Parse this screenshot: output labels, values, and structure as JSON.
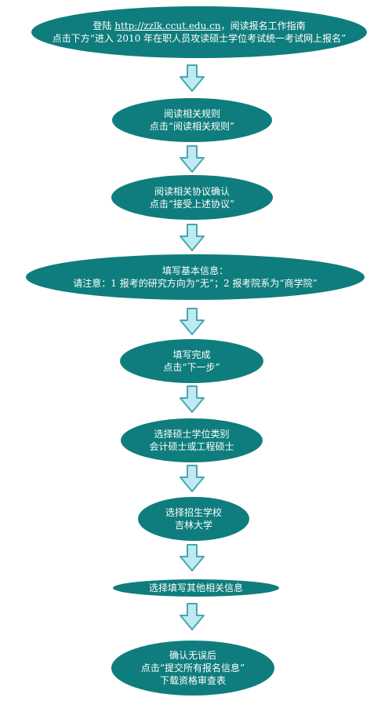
{
  "colors": {
    "node_fill": "#0f7d7d",
    "node_text": "#ffffff",
    "arrow_fill": "#bfeaf1",
    "arrow_stroke": "#4aa6b0"
  },
  "steps": [
    {
      "lines": [
        "登陆",
        "http://zzlk.ccut.edu.cn",
        "，阅读报名工作指南"
      ],
      "line2": "点击下方“进入 2010 年在职人员攻读硕士学位考试统一考试网上报名”"
    },
    {
      "line1": "阅读相关规则",
      "line2": "点击“阅读相关规则”"
    },
    {
      "line1": "阅读相关协议确认",
      "line2": "点击“接受上述协议”"
    },
    {
      "line1": "填写基本信息：",
      "line2": "请注意：1 报考的研究方向为“无”；2 报考院系为“商学院”"
    },
    {
      "line1": "填写完成",
      "line2": "点击“下一步”"
    },
    {
      "line1": "选择硕士学位类别",
      "line2": "会计硕士或工程硕士"
    },
    {
      "line1": "选择招生学校",
      "line2": "吉林大学"
    },
    {
      "line1": "选择填写其他相关信息"
    },
    {
      "line1": "确认无误后",
      "line2": "点击“提交所有报名信息”",
      "line3": "下载资格审查表"
    }
  ]
}
